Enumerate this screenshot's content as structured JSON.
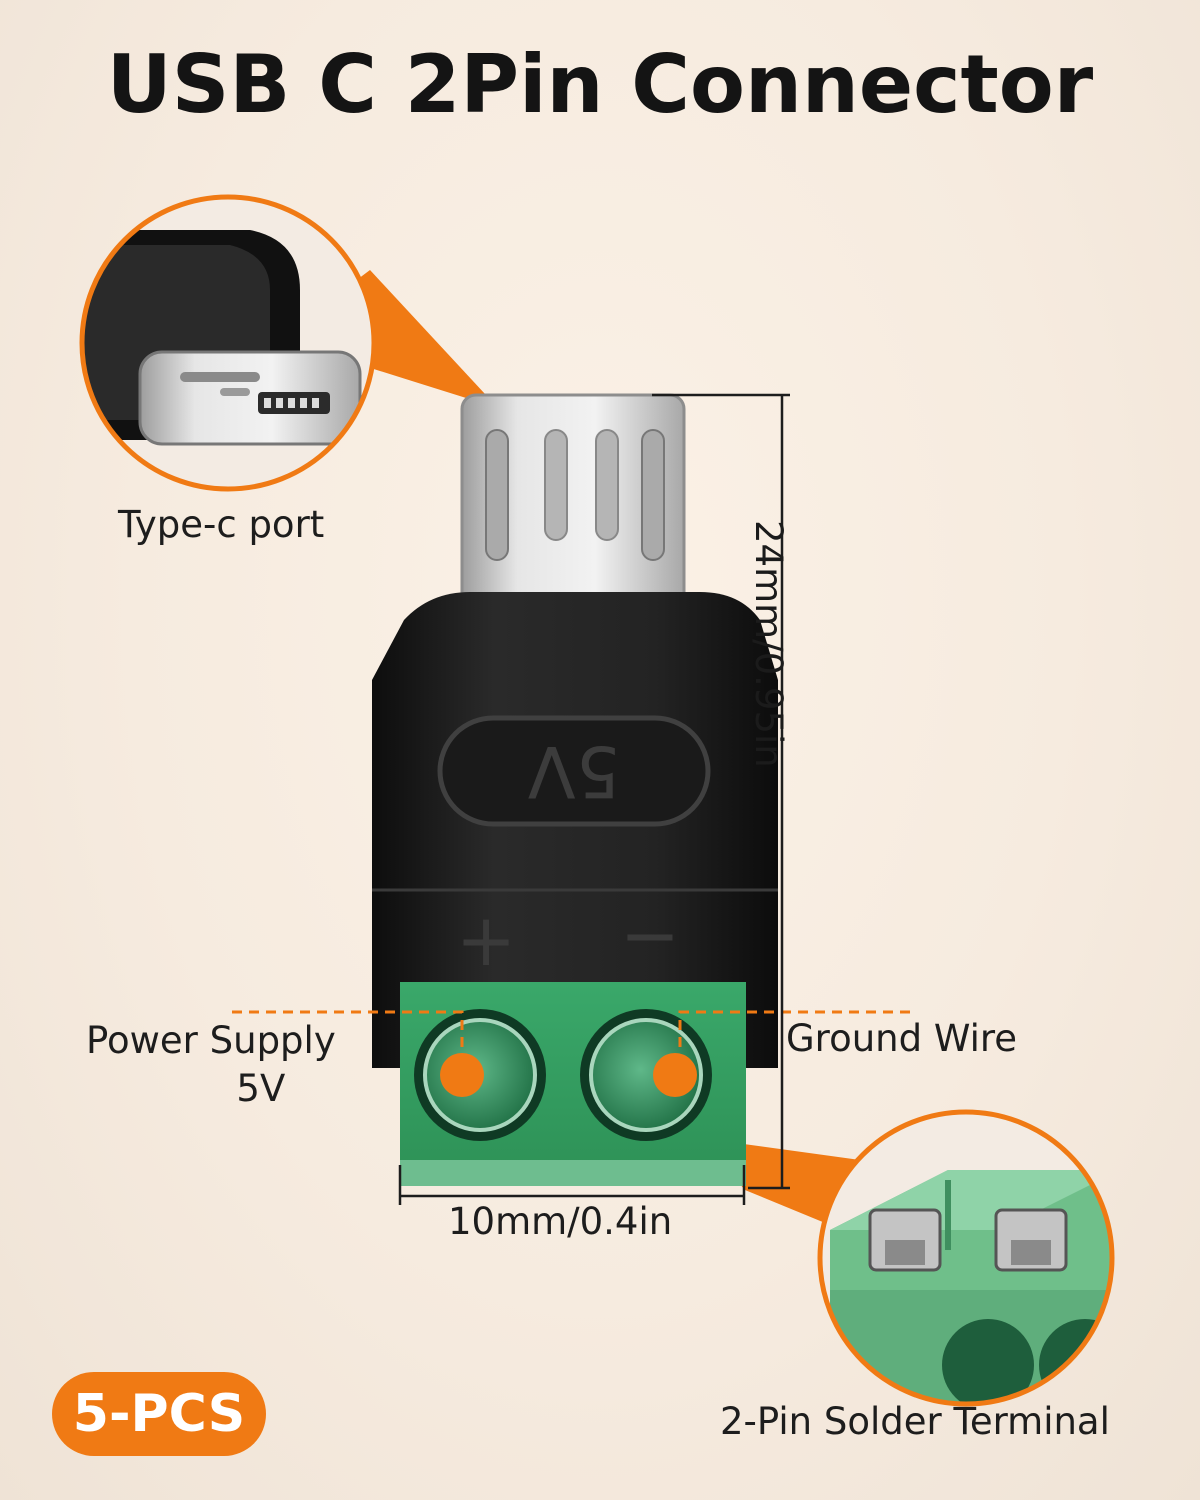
{
  "title": "USB C 2Pin Connector",
  "labels": {
    "type_c_port": "Type-c port",
    "power_supply_line1": "Power Supply",
    "power_supply_line2": "5V",
    "ground_wire": "Ground Wire",
    "height_dim": "24mm/0.95in",
    "width_dim": "10mm/0.4in",
    "terminal": "2-Pin Solder Terminal"
  },
  "housing_marks": {
    "voltage": "5V",
    "plus": "+",
    "minus": "−"
  },
  "badge": "5-PCS",
  "colors": {
    "accent_orange": "#f07a14",
    "terminal_green": "#2f9e5e",
    "housing_black": "#1c1c1c",
    "plug_silver": "#c9c9c9"
  }
}
